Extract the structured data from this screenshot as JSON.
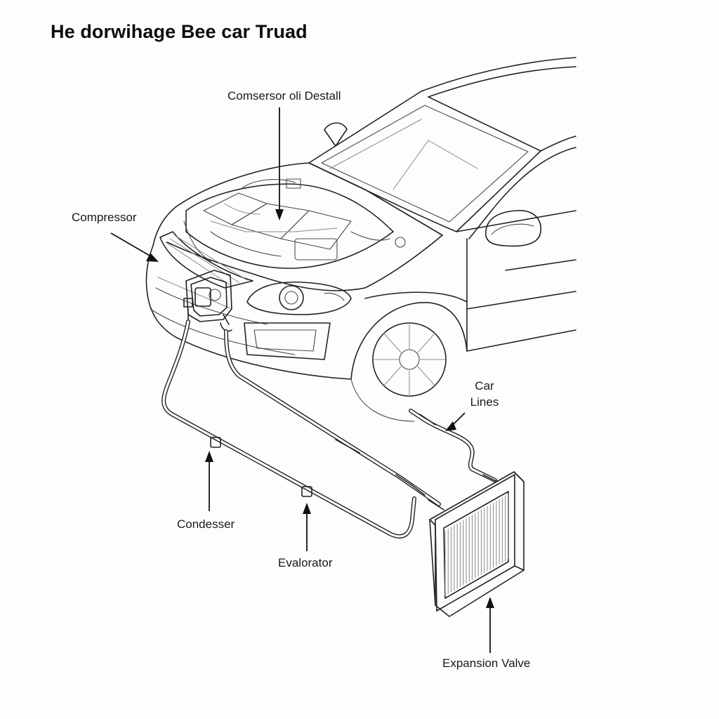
{
  "title": "He dorwihage Bee car Truad",
  "labels": {
    "compressor_detail": "Comsersor oli Destall",
    "compressor": "Compressor",
    "car_lines_1": "Car",
    "car_lines_2": "Lines",
    "condenser": "Condesser",
    "evaporator": "Evalorator",
    "expansion_valve": "Expansion Valve"
  },
  "colors": {
    "line": "#222222",
    "background": "#ffffff"
  }
}
